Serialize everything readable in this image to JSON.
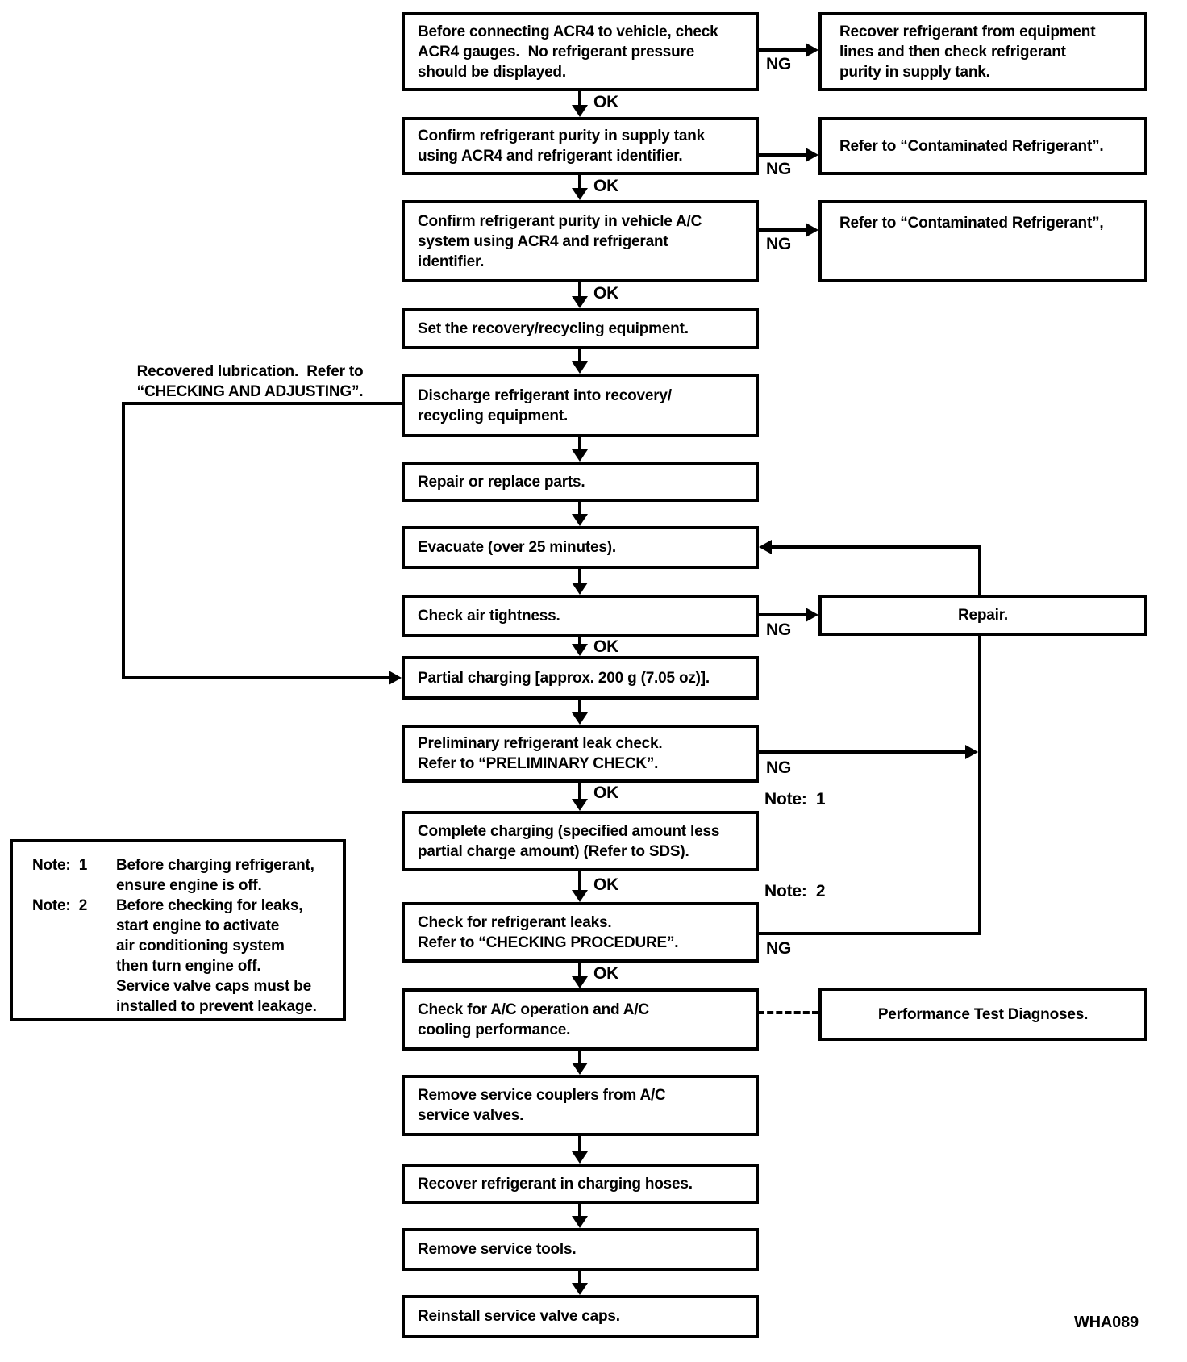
{
  "labels": {
    "ok": "OK",
    "ng": "NG",
    "note1_ref": "Note:  1",
    "note2_ref": "Note:  2"
  },
  "figure_code": "WHA089",
  "main_flow": [
    {
      "id": "check-acr4-gauges",
      "text": "Before connecting ACR4 to vehicle, check\nACR4 gauges.  No refrigerant pressure\nshould be displayed."
    },
    {
      "id": "confirm-supply-tank",
      "text": "Confirm refrigerant purity in supply tank\nusing ACR4 and refrigerant identifier."
    },
    {
      "id": "confirm-vehicle-ac",
      "text": "Confirm refrigerant purity in vehicle A/C\nsystem using ACR4 and refrigerant\nidentifier."
    },
    {
      "id": "set-equipment",
      "text": "Set the recovery/recycling equipment."
    },
    {
      "id": "discharge-refrigerant",
      "text": "Discharge refrigerant into recovery/\nrecycling equipment."
    },
    {
      "id": "repair-replace-parts",
      "text": "Repair or replace parts."
    },
    {
      "id": "evacuate",
      "text": "Evacuate (over 25 minutes)."
    },
    {
      "id": "check-air-tightness",
      "text": "Check air tightness."
    },
    {
      "id": "partial-charging",
      "text": "Partial charging [approx. 200 g (7.05 oz)]."
    },
    {
      "id": "preliminary-leak-check",
      "text": "Preliminary refrigerant leak check.\nRefer to “PRELIMINARY CHECK”."
    },
    {
      "id": "complete-charging",
      "text": "Complete charging (specified amount less\npartial charge amount) (Refer to SDS)."
    },
    {
      "id": "check-refrigerant-leaks",
      "text": "Check for refrigerant leaks.\nRefer to “CHECKING PROCEDURE”."
    },
    {
      "id": "check-ac-operation",
      "text": "Check for A/C operation and A/C\ncooling performance."
    },
    {
      "id": "remove-couplers",
      "text": "Remove service couplers from A/C\nservice valves."
    },
    {
      "id": "recover-hoses",
      "text": "Recover refrigerant in charging hoses."
    },
    {
      "id": "remove-service-tools",
      "text": "Remove service tools."
    },
    {
      "id": "reinstall-valve-caps",
      "text": "Reinstall service valve caps."
    }
  ],
  "side_boxes": [
    {
      "id": "recover-equipment-lines",
      "text": "Recover refrigerant from equipment\nlines and then check refrigerant\npurity in supply tank."
    },
    {
      "id": "contaminated-refrigerant-1",
      "text": "Refer to “Contaminated Refrigerant”."
    },
    {
      "id": "contaminated-refrigerant-2",
      "text": "Refer to “Contaminated Refrigerant”,"
    },
    {
      "id": "repair",
      "text": "Repair."
    },
    {
      "id": "performance-test-diagnoses",
      "text": "Performance Test Diagnoses."
    }
  ],
  "annotations": {
    "recovered_lubrication": "Recovered lubrication.  Refer to\n“CHECKING AND ADJUSTING”.",
    "notes": [
      {
        "label": "Note:  1",
        "text": "Before charging refrigerant,\nensure engine is off."
      },
      {
        "label": "Note:  2",
        "text": "Before checking for leaks,\nstart engine to activate\nair conditioning system\nthen turn engine off.\nService valve caps must be\ninstalled to prevent leakage."
      }
    ]
  }
}
